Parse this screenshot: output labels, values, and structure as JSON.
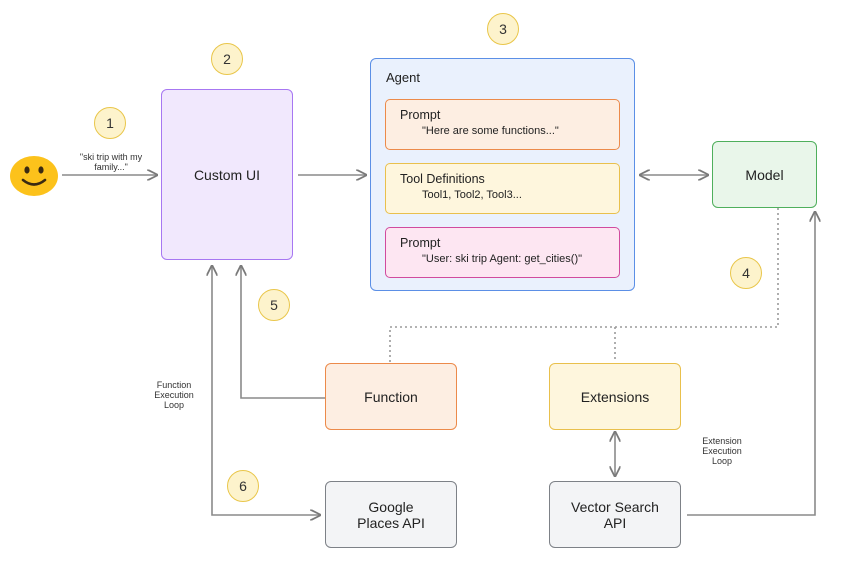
{
  "steps": [
    "1",
    "2",
    "3",
    "4",
    "5",
    "6"
  ],
  "user_query": "\"ski trip with my family...\"",
  "custom_ui": "Custom UI",
  "agent": {
    "title": "Agent",
    "prompt1_title": "Prompt",
    "prompt1_text": "\"Here are some functions...\"",
    "tools_title": "Tool Definitions",
    "tools_text": "Tool1, Tool2, Tool3...",
    "prompt2_title": "Prompt",
    "prompt2_text": "\"User: ski trip Agent: get_cities()\""
  },
  "model": "Model",
  "function": "Function",
  "extensions": "Extensions",
  "google_places_api": "Google Places API",
  "vector_search_api": "Vector Search API",
  "function_loop_label": "Function Execution Loop",
  "extension_loop_label": "Extension Execution Loop",
  "colors": {
    "custom_ui_fill": "#f1e8fd",
    "custom_ui_border": "#a777f2",
    "agent_fill": "#eaf1fd",
    "agent_border": "#5b8fe6",
    "prompt1_fill": "#fdeee2",
    "prompt1_border": "#ec8a4a",
    "tools_fill": "#fef6dd",
    "tools_border": "#e9c04c",
    "prompt2_fill": "#fde6f2",
    "prompt2_border": "#d14b9e",
    "model_fill": "#e9f6ea",
    "model_border": "#4faf5c",
    "function_fill": "#fdeee2",
    "function_border": "#ec8a4a",
    "extensions_fill": "#fef6dd",
    "extensions_border": "#e9c04c",
    "api_fill": "#f3f4f6",
    "api_border": "#7d8187",
    "step_fill": "#fdf3cc"
  },
  "icons": [
    "smiley-face-icon"
  ]
}
